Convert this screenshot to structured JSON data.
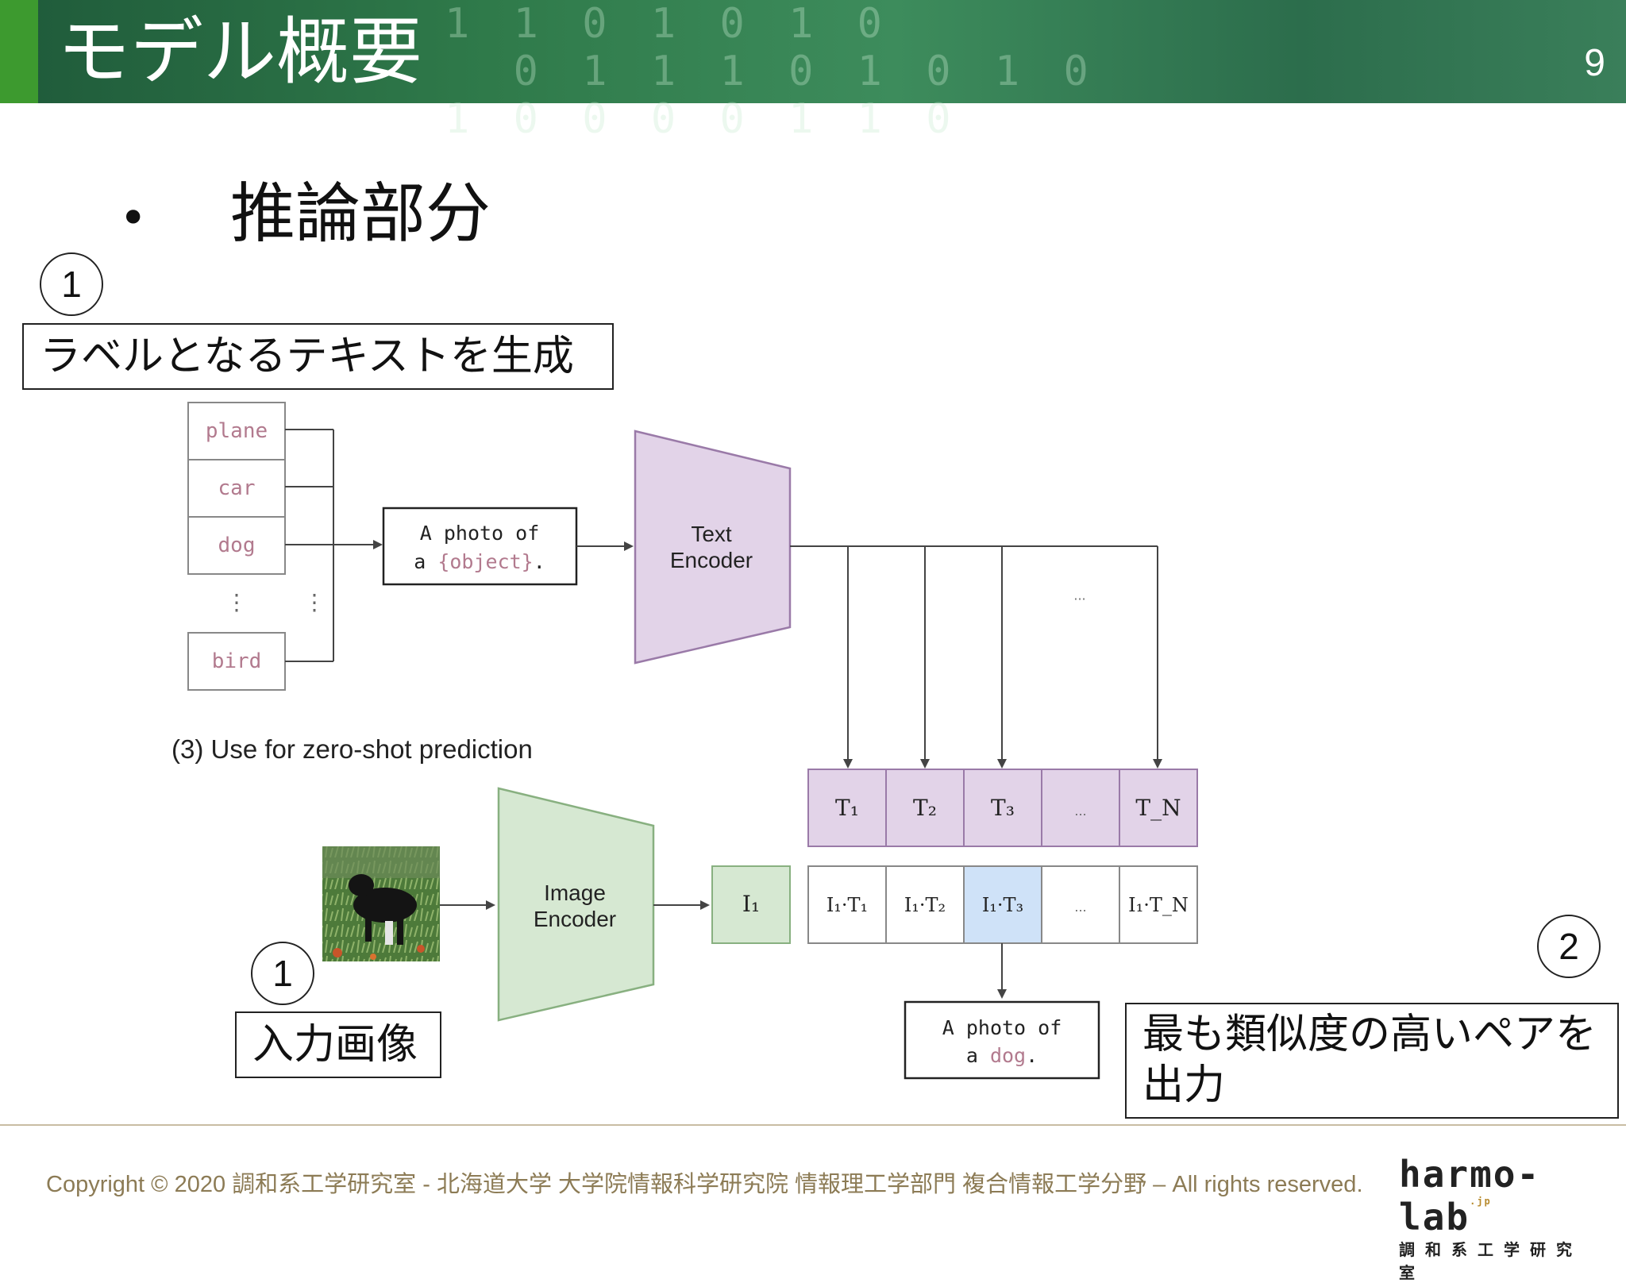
{
  "header": {
    "title": "モデル概要",
    "page_number": "9",
    "background_digits": "1 1 0 1 0 1 0\n  0 1 1 1 0 1 0 1 0\n1 0 0 0 0 1 1 0"
  },
  "bullet": {
    "text": "推論部分"
  },
  "callouts": {
    "label_text": {
      "number": "1",
      "text": "ラベルとなるテキストを生成"
    },
    "input_image": {
      "number": "1",
      "text": "入力画像"
    },
    "output": {
      "number": "2",
      "text": "最も類似度の高いペアを出力"
    }
  },
  "diagram": {
    "labels": [
      "plane",
      "car",
      "dog",
      "bird"
    ],
    "vdots": "⋮",
    "template_line1": "A photo of",
    "template_line2_prefix": "a ",
    "template_placeholder": "{object}",
    "template_line2_suffix": ".",
    "text_encoder_line1": "Text",
    "text_encoder_line2": "Encoder",
    "image_encoder_line1": "Image",
    "image_encoder_line2": "Encoder",
    "ellipsis_top": "···",
    "t_cells": [
      "T₁",
      "T₂",
      "T₃",
      "...",
      "T_N"
    ],
    "i_label": "I₁",
    "it_cells": [
      "I₁·T₁",
      "I₁·T₂",
      "I₁·T₃",
      "...",
      "I₁·T_N"
    ],
    "highlight_index": 2,
    "caption": "(3) Use for zero-shot prediction",
    "result_line1": "A photo of",
    "result_line2_prefix": "a ",
    "result_word": "dog",
    "result_line2_suffix": "."
  },
  "colors": {
    "text_encoder_fill": "#e2d3e8",
    "text_encoder_stroke": "#9a7aa8",
    "image_encoder_fill": "#d6e8d2",
    "image_encoder_stroke": "#88b080",
    "t_cell_fill": "#e2d3e8",
    "i_cell_fill": "#d6e8d2",
    "highlight_fill": "#cfe2f8",
    "label_text": "#b27a8e",
    "footer_text": "#8c7b55",
    "header_accent": "#3d9a2f"
  },
  "footer": {
    "copyright": "Copyright © 2020 調和系工学研究室 - 北海道大学 大学院情報科学研究院 情報理工学部門 複合情報工学分野 – All rights reserved.",
    "logo_main": "harmo-lab",
    "logo_jp": ".jp",
    "logo_sub": "調和系工学研究室"
  }
}
